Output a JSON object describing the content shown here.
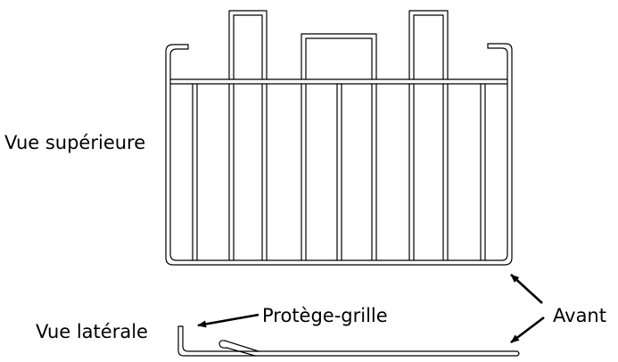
{
  "labels": {
    "top_view": "Vue supérieure",
    "side_view": "Vue latérale",
    "grille_guard": "Protège-grille",
    "front": "Avant"
  },
  "colors": {
    "ink": "#000000",
    "background": "#ffffff"
  }
}
